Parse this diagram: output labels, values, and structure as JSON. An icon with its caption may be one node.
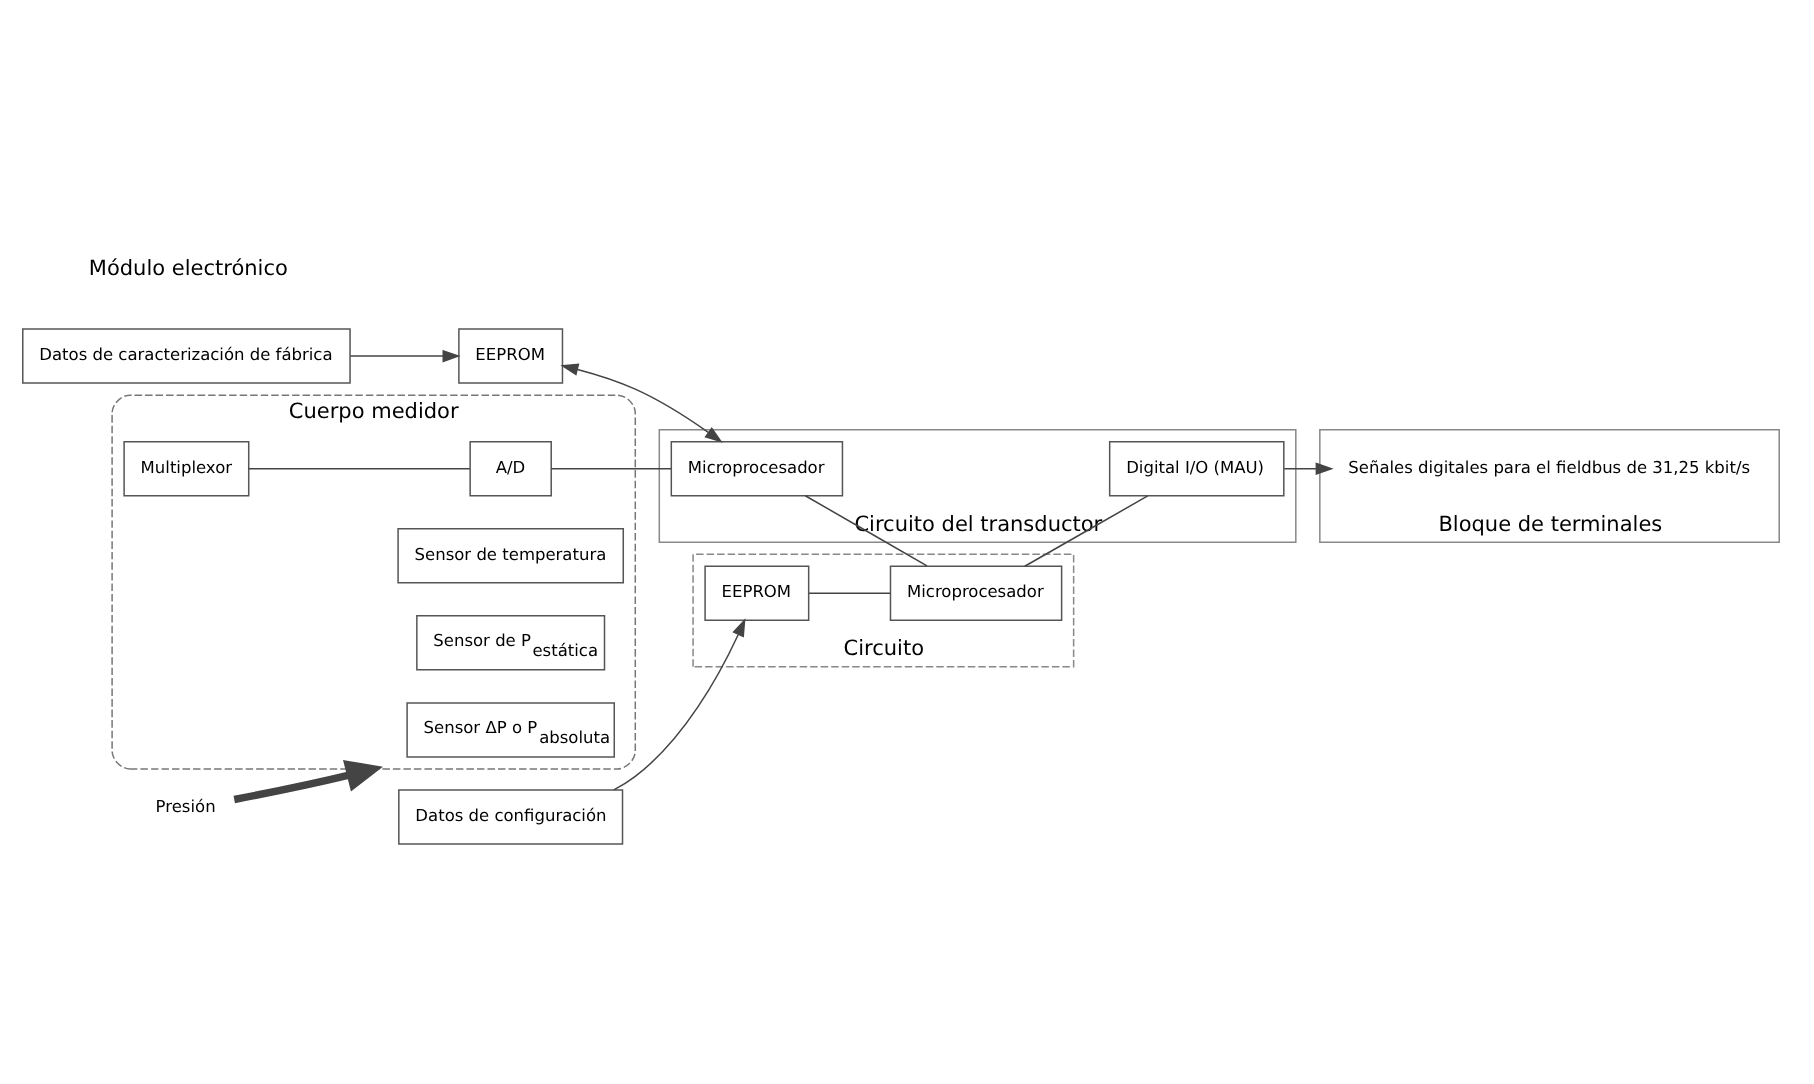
{
  "diagram": {
    "nodes": [
      {
        "text": [
          "Datos de caracterización de fábrica"
        ]
      },
      {
        "text": [
          "Datos de configuración"
        ]
      },
      {
        "text": [
          "Cuerpo medidor"
        ]
      },
      {
        "text": [
          "Sensor ΔP o P$_{absoluta}$"
        ],
        "in": 2
      },
      {
        "text": [
          "Sensor de temperatura"
        ],
        "in": 2
      },
      {
        "text": [
          "Sensor de P$_{estática}$"
        ],
        "in": 2
      },
      {
        "text": [
          "Multiplexor"
        ],
        "in": 2
      },
      {
        "text": [
          "A/D"
        ],
        "in": 2
      },
      {
        "text": [
          "EEPROM"
        ]
      },
      {
        "text": [
          "Circuito del transductor"
        ]
      },
      {
        "text": [
          "Microprocesador"
        ],
        "in": 9
      },
      {
        "text": [
          "Digital I/O (MAU)"
        ],
        "in": 9
      },
      {
        "text": [
          "Circuito"
        ]
      },
      {
        "text": [
          "EEPROM"
        ],
        "in": 12
      },
      {
        "text": [
          "Microprocesador"
        ],
        "in": 12
      },
      {
        "text": [
          "Bloque de terminales"
        ]
      },
      {
        "text": [
          "Señales digitales para el fieldbus de 31,25 kbit/s"
        ],
        "in": 15
      },
      {
        "text": [
          "Presión"
        ]
      }
    ],
    "edges": [
      {
        "from": 0,
        "to": 8,
        "arrow": "to"
      },
      {
        "from": 1,
        "to": 13,
        "arrow": "to"
      },
      {
        "from": 8,
        "to": 10,
        "arrow": "both"
      },
      {
        "from": 6,
        "to": 7,
        "arrow": "none"
      },
      {
        "from": 7,
        "to": 10,
        "arrow": "none"
      },
      {
        "from": 10,
        "to": 14,
        "arrow": "none"
      },
      {
        "from": 13,
        "to": 14,
        "arrow": "none"
      },
      {
        "from": 14,
        "to": 11,
        "arrow": "none"
      },
      {
        "from": 11,
        "to": 16,
        "arrow": "to"
      },
      {
        "from": 17,
        "to": 2,
        "arrow": "to",
        "style": "thick"
      }
    ],
    "labels": [
      "Módulo electrónico"
    ]
  }
}
